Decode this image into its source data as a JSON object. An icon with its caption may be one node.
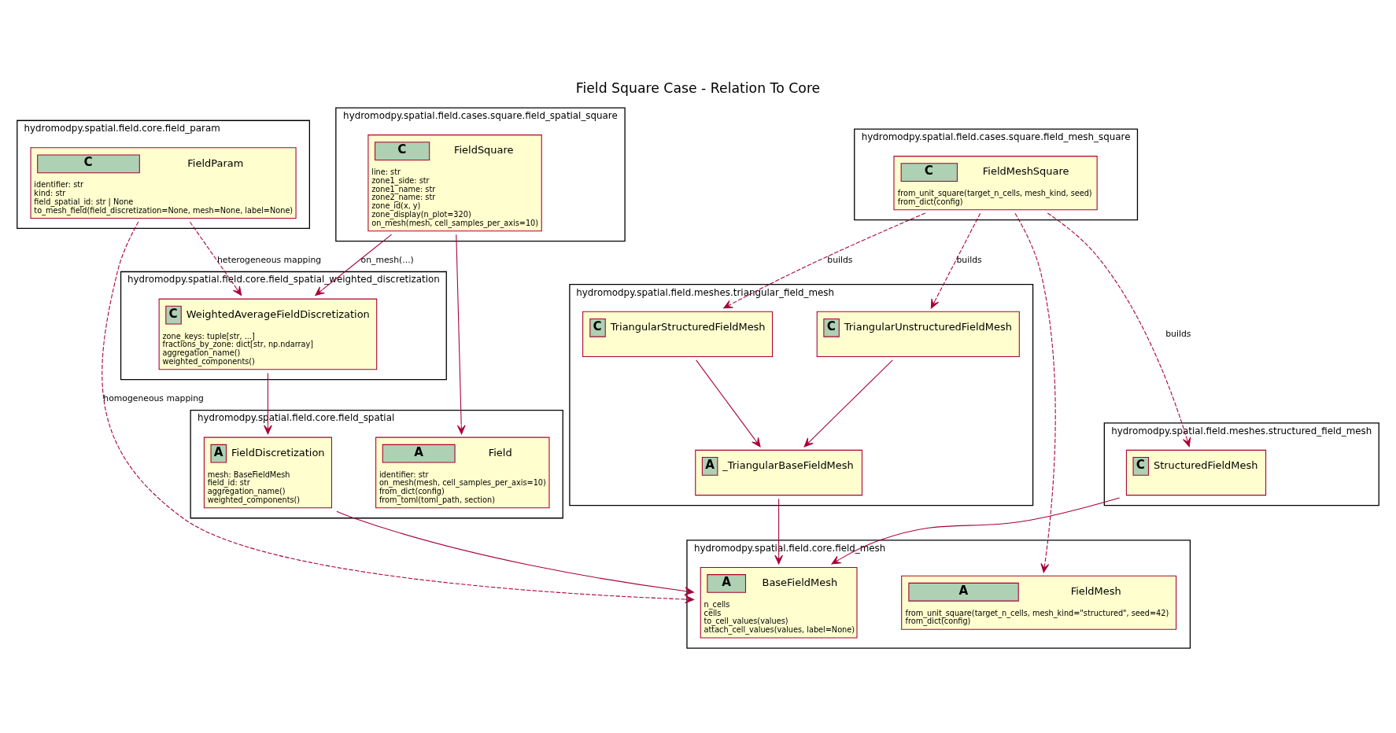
{
  "diagram": {
    "title": "Field Square Case - Relation To Core",
    "nodes": [
      {
        "text": [
          "hydromodpy.spatial.field.core.field_spatial"
        ]
      },
      {
        "text": [
          "A",
          "FieldDiscretization",
          "mesh: BaseFieldMesh",
          "field_id: str",
          "aggregation_name()",
          "weighted_components()"
        ],
        "in": 0
      },
      {
        "text": [
          "A",
          "Field",
          "identifier: str",
          "on_mesh(mesh, cell_samples_per_axis=10)",
          "from_dict(config)",
          "from_toml(toml_path, section)"
        ],
        "in": 0
      },
      {
        "text": [
          "hydromodpy.spatial.field.core.field_param"
        ]
      },
      {
        "text": [
          "C",
          "FieldParam",
          "identifier: str",
          "kind: str",
          "field_spatial_id: str | None",
          "to_mesh_field(field_discretization=None, mesh=None, label=None)"
        ],
        "in": 3
      },
      {
        "text": [
          "hydromodpy.spatial.field.cases.square.field_spatial_square"
        ]
      },
      {
        "text": [
          "C",
          "FieldSquare",
          "line: str",
          "zone1_side: str",
          "zone1_name: str",
          "zone2_name: str",
          "zone_id(x, y)",
          "zone_display(n_plot=320)",
          "on_mesh(mesh, cell_samples_per_axis=10)"
        ],
        "in": 5
      },
      {
        "text": [
          "hydromodpy.spatial.field.core.field_mesh"
        ]
      },
      {
        "text": [
          "A",
          "FieldMesh",
          "from_unit_square(target_n_cells, mesh_kind=\"structured\", seed=42)",
          "from_dict(config)"
        ],
        "in": 7
      },
      {
        "text": [
          "A",
          "BaseFieldMesh",
          "n_cells",
          "cells",
          "to_cell_values(values)",
          "attach_cell_values(values, label=None)"
        ],
        "in": 7
      },
      {
        "text": [
          "hydromodpy.spatial.field.core.field_spatial_weighted_discretization"
        ]
      },
      {
        "text": [
          "C",
          "WeightedAverageFieldDiscretization",
          "zone_keys: tuple[str, ...]",
          "fractions_by_zone: dict[str, np.ndarray]",
          "aggregation_name()",
          "weighted_components()"
        ],
        "in": 10
      },
      {
        "text": [
          "hydromodpy.spatial.field.cases.square.field_mesh_square"
        ]
      },
      {
        "text": [
          "C",
          "FieldMeshSquare",
          "from_unit_square(target_n_cells, mesh_kind, seed)",
          "from_dict(config)"
        ],
        "in": 12
      },
      {
        "text": [
          "hydromodpy.spatial.field.meshes.triangular_field_mesh"
        ]
      },
      {
        "text": [
          "A",
          "_TriangularBaseFieldMesh"
        ],
        "in": 14
      },
      {
        "text": [
          "C",
          "TriangularStructuredFieldMesh"
        ],
        "in": 14
      },
      {
        "text": [
          "C",
          "TriangularUnstructuredFieldMesh"
        ],
        "in": 14
      },
      {
        "text": [
          "hydromodpy.spatial.field.meshes.structured_field_mesh"
        ]
      },
      {
        "text": [
          "C",
          "StructuredFieldMesh"
        ],
        "in": 18
      }
    ],
    "edges": [
      {
        "from": 1,
        "to": 9,
        "arrow": "to"
      },
      {
        "from": 6,
        "to": 2,
        "arrow": "to"
      },
      {
        "from": 11,
        "to": 1,
        "arrow": "to"
      },
      {
        "from": 4,
        "to": 9,
        "arrow": "to",
        "style": "dashed",
        "label": "homogeneous mapping"
      },
      {
        "from": 4,
        "to": 11,
        "arrow": "to",
        "style": "dashed",
        "label": "heterogeneous mapping"
      },
      {
        "from": 6,
        "to": 11,
        "arrow": "to",
        "label": "on_mesh(...)"
      },
      {
        "from": 13,
        "to": 8,
        "arrow": "to",
        "style": "dashed"
      },
      {
        "from": 19,
        "to": 9,
        "arrow": "to"
      },
      {
        "from": 15,
        "to": 9,
        "arrow": "to"
      },
      {
        "from": 13,
        "to": 19,
        "arrow": "to",
        "style": "dashed",
        "label": "builds"
      },
      {
        "from": 13,
        "to": 16,
        "arrow": "to",
        "style": "dashed",
        "label": "builds"
      },
      {
        "from": 13,
        "to": 17,
        "arrow": "to",
        "style": "dashed",
        "label": "builds"
      },
      {
        "from": 16,
        "to": 15,
        "arrow": "to"
      },
      {
        "from": 17,
        "to": 15,
        "arrow": "to"
      }
    ]
  }
}
